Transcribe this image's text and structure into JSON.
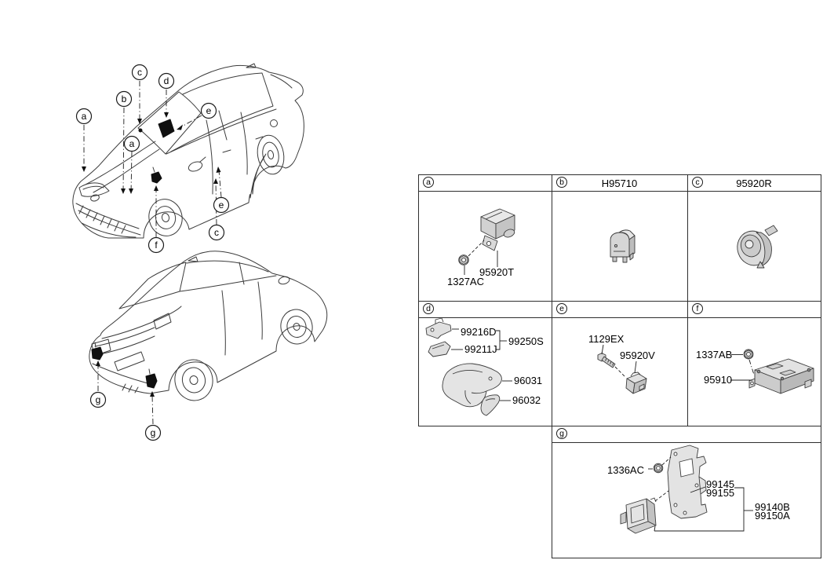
{
  "diagram": {
    "top_car": {
      "callouts": {
        "a1": "a",
        "b1": "b",
        "c1": "c",
        "d1": "d",
        "e1": "e",
        "a2": "a",
        "e2": "e",
        "c2": "c",
        "f1": "f"
      }
    },
    "bottom_car": {
      "callouts": {
        "g1": "g",
        "g2": "g"
      }
    }
  },
  "table": {
    "cells": {
      "a": {
        "letter": "a",
        "header_code": "",
        "part_labels": {
          "sensor": "95920T",
          "nut": "1327AC"
        }
      },
      "b": {
        "letter": "b",
        "header_code": "H95710",
        "part_labels": {}
      },
      "c": {
        "letter": "c",
        "header_code": "95920R",
        "part_labels": {}
      },
      "d": {
        "letter": "d",
        "header_code": "",
        "part_labels": {
          "clip": "99216D",
          "pad": "99211J",
          "group": "99250S",
          "upper_shroud": "96031",
          "lower_shroud": "96032"
        }
      },
      "e": {
        "letter": "e",
        "header_code": "",
        "part_labels": {
          "bolt": "1129EX",
          "sensor": "95920V"
        }
      },
      "f": {
        "letter": "f",
        "header_code": "",
        "part_labels": {
          "nut": "1337AB",
          "module": "95910"
        }
      },
      "g": {
        "letter": "g",
        "header_code": "",
        "part_labels": {
          "nut": "1336AC",
          "bracket_1": "99145",
          "bracket_2": "99155",
          "assembly_1": "99140B",
          "assembly_2": "99150A"
        }
      }
    }
  }
}
